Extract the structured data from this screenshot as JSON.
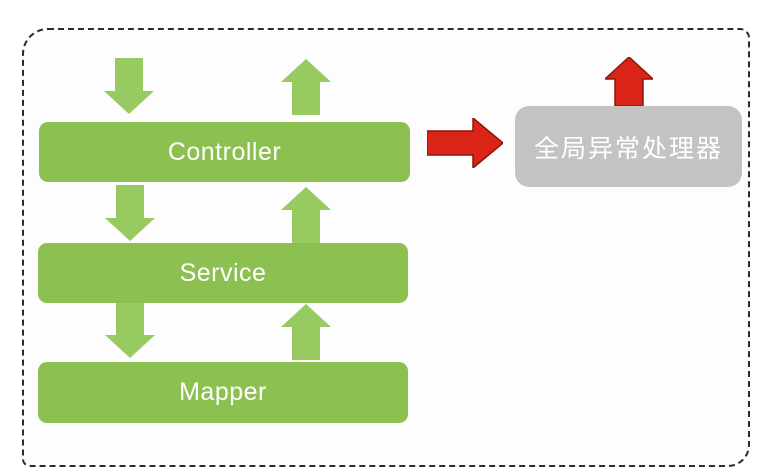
{
  "diagram": {
    "layers": [
      {
        "label": "Controller"
      },
      {
        "label": "Service"
      },
      {
        "label": "Mapper"
      }
    ],
    "handler": {
      "label": "全局异常处理器"
    },
    "arrows": [
      {
        "id": "request-into-controller",
        "direction": "down",
        "color": "green"
      },
      {
        "id": "response-from-controller",
        "direction": "up",
        "color": "green"
      },
      {
        "id": "controller-to-service",
        "direction": "down",
        "color": "green"
      },
      {
        "id": "service-to-controller",
        "direction": "up",
        "color": "green"
      },
      {
        "id": "service-to-mapper",
        "direction": "down",
        "color": "green"
      },
      {
        "id": "mapper-to-service",
        "direction": "up",
        "color": "green"
      },
      {
        "id": "controller-to-handler",
        "direction": "right",
        "color": "red"
      },
      {
        "id": "handler-response-out",
        "direction": "up",
        "color": "red"
      }
    ],
    "colors": {
      "green_box": "#8cc152",
      "green_arrow": "#97ca60",
      "red_arrow": "#da2418",
      "red_arrow_stroke": "#8a170d",
      "gray_box": "#c3c3c3",
      "label_text": "#ffffff",
      "border_dash": "#2b2b2b"
    }
  }
}
